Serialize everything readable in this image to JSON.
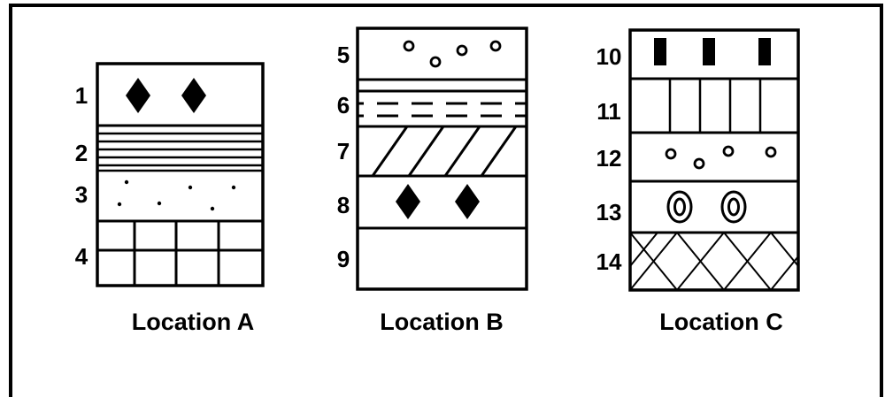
{
  "columns": [
    {
      "caption": "Location A",
      "layers": [
        {
          "number": "1",
          "pattern": "diamonds"
        },
        {
          "number": "2",
          "pattern": "horizontal-lines"
        },
        {
          "number": "3",
          "pattern": "dots"
        },
        {
          "number": "4",
          "pattern": "grid"
        }
      ]
    },
    {
      "caption": "Location B",
      "layers": [
        {
          "number": "5",
          "pattern": "circles"
        },
        {
          "number": "6",
          "pattern": "dashed-lines"
        },
        {
          "number": "7",
          "pattern": "diagonal-hatch"
        },
        {
          "number": "8",
          "pattern": "diamonds"
        },
        {
          "number": "9",
          "pattern": "blank"
        }
      ]
    },
    {
      "caption": "Location C",
      "layers": [
        {
          "number": "10",
          "pattern": "black-bars"
        },
        {
          "number": "11",
          "pattern": "vertical-lines"
        },
        {
          "number": "12",
          "pattern": "circles"
        },
        {
          "number": "13",
          "pattern": "double-ovals"
        },
        {
          "number": "14",
          "pattern": "crosshatch"
        }
      ]
    }
  ]
}
